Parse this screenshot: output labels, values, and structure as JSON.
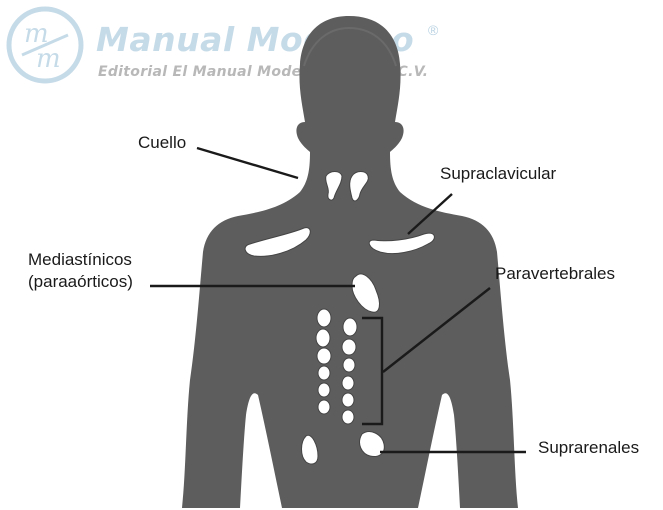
{
  "logo": {
    "monogram": "mm",
    "name": "Manual Moderno",
    "registered": "®",
    "publisher": "Editorial El Manual Moderno S.A. de C.V."
  },
  "labels": {
    "cuello": "Cuello",
    "supraclavicular": "Supraclavicular",
    "mediastinicos_line1": "Mediastínicos",
    "mediastinicos_line2": "(paraaórticos)",
    "paravertebrales": "Paravertebrales",
    "suprarrenales": "Suprarenales"
  },
  "colors": {
    "body": "#5d5d5d",
    "node": "#ffffff",
    "leader": "#1a1a1a",
    "logo_blue": "#c6dbe8"
  }
}
